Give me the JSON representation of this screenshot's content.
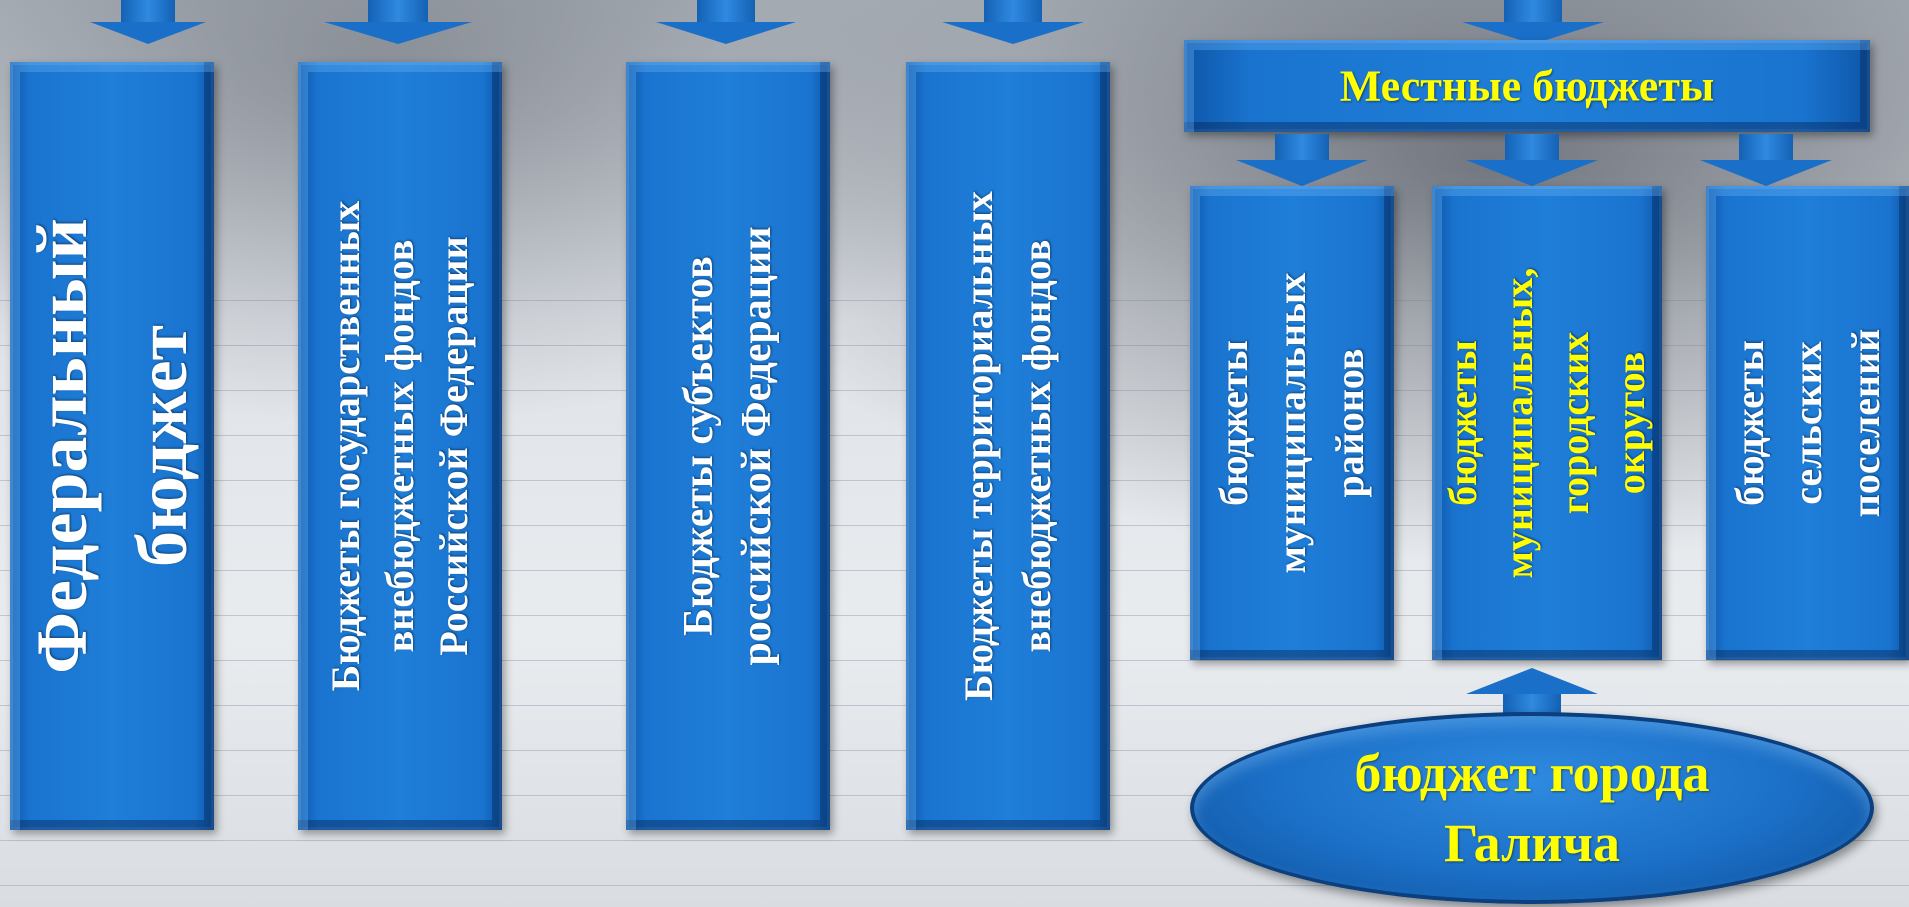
{
  "nodes": {
    "federal": {
      "lines": [
        "Федеральный",
        "бюджет"
      ]
    },
    "state_funds": {
      "lines": [
        "Бюджеты государственных",
        "внебюджетных фондов",
        "Российской Федерации"
      ]
    },
    "subjects": {
      "lines": [
        "Бюджеты субъектов",
        "российской Федерации"
      ]
    },
    "territorial_funds": {
      "lines": [
        "Бюджеты территориальных",
        "внебюджетных фондов"
      ]
    },
    "local": {
      "label": "Местные бюджеты"
    },
    "municipal_districts": {
      "lines": [
        "бюджеты",
        "муниципальных",
        "районов"
      ]
    },
    "city_districts": {
      "lines": [
        "бюджеты",
        "муниципальных,",
        "городских",
        "округов"
      ]
    },
    "rural_settlements": {
      "lines": [
        "бюджеты",
        "сельских",
        "поселений"
      ]
    },
    "galich": {
      "lines": [
        "бюджет города",
        "Галича"
      ]
    }
  },
  "colors": {
    "box_blue": "#1a74cf",
    "highlight_text": "#ffff00",
    "text": "#ffffff"
  }
}
